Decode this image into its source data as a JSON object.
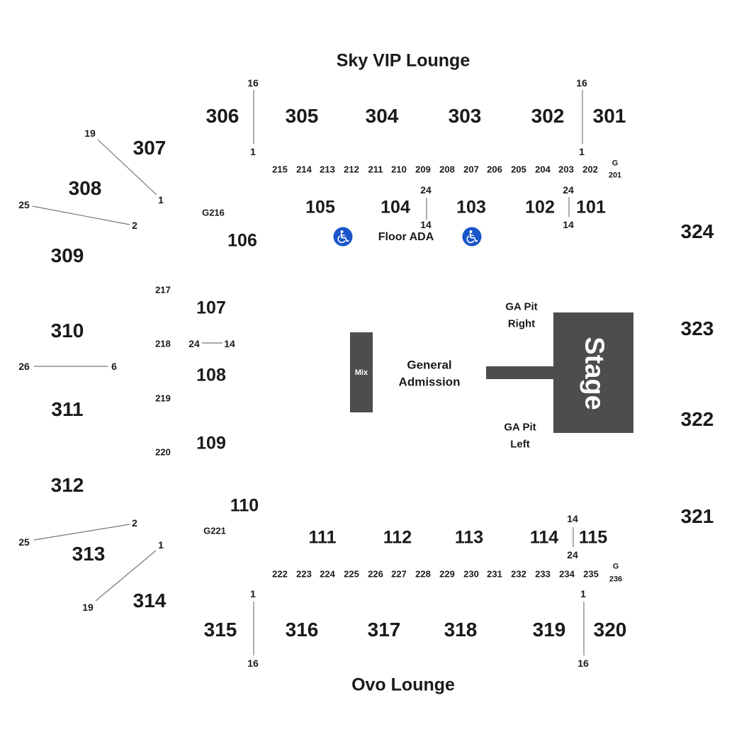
{
  "titles": {
    "top": "Sky VIP Lounge",
    "bottom": "Ovo Lounge"
  },
  "sections_300_top": [
    "306",
    "305",
    "304",
    "303",
    "302",
    "301"
  ],
  "sections_300_left": [
    "307",
    "308",
    "309",
    "310",
    "311",
    "312",
    "313",
    "314"
  ],
  "sections_300_bottom": [
    "315",
    "316",
    "317",
    "318",
    "319",
    "320"
  ],
  "sections_300_right": [
    "324",
    "323",
    "322",
    "321"
  ],
  "sections_200_top": [
    "215",
    "214",
    "213",
    "212",
    "211",
    "210",
    "209",
    "208",
    "207",
    "206",
    "205",
    "204",
    "203",
    "202"
  ],
  "sections_200_bottom": [
    "222",
    "223",
    "224",
    "225",
    "226",
    "227",
    "228",
    "229",
    "230",
    "231",
    "232",
    "233",
    "234",
    "235"
  ],
  "sections_200_left": [
    "217",
    "218",
    "219",
    "220"
  ],
  "gates": {
    "g216": "G216",
    "g221": "G221",
    "g201_top": "G",
    "g201_bottom": "201",
    "g236_top": "G",
    "g236_bottom": "236"
  },
  "sections_100_top": [
    "105",
    "104",
    "103",
    "102",
    "101"
  ],
  "sections_100_left": [
    "106",
    "107",
    "108",
    "109",
    "110"
  ],
  "sections_100_bottom": [
    "111",
    "112",
    "113",
    "114",
    "115"
  ],
  "row_markers": {
    "r306_top": "16",
    "r306_bottom": "1",
    "r301_top": "16",
    "r301_bottom": "1",
    "r307_a": "19",
    "r307_b": "1",
    "r308_a": "25",
    "r308_b": "2",
    "r310_a": "26",
    "r310_b": "6",
    "r313_a": "25",
    "r313_b": "2",
    "r314_a": "1",
    "r314_b": "19",
    "r315_top": "1",
    "r315_bottom": "16",
    "r320_top": "1",
    "r320_bottom": "16",
    "r104_top": "24",
    "r104_bottom": "14",
    "r101_top": "24",
    "r101_bottom": "14",
    "r108_left": "24",
    "r108_right": "14",
    "r115_top": "14",
    "r115_bottom": "24"
  },
  "floor": {
    "ada_label": "Floor ADA",
    "mix": "Mix",
    "general_line1": "General",
    "general_line2": "Admission",
    "pit_right_line1": "GA Pit",
    "pit_right_line2": "Right",
    "pit_left_line1": "GA Pit",
    "pit_left_line2": "Left",
    "stage": "Stage"
  },
  "icons": [
    "wheelchair-icon",
    "wheelchair-icon"
  ],
  "colors": {
    "stage": "#4d4d4d",
    "ada_badge": "#1a56c9",
    "text": "#1a1a1a"
  }
}
